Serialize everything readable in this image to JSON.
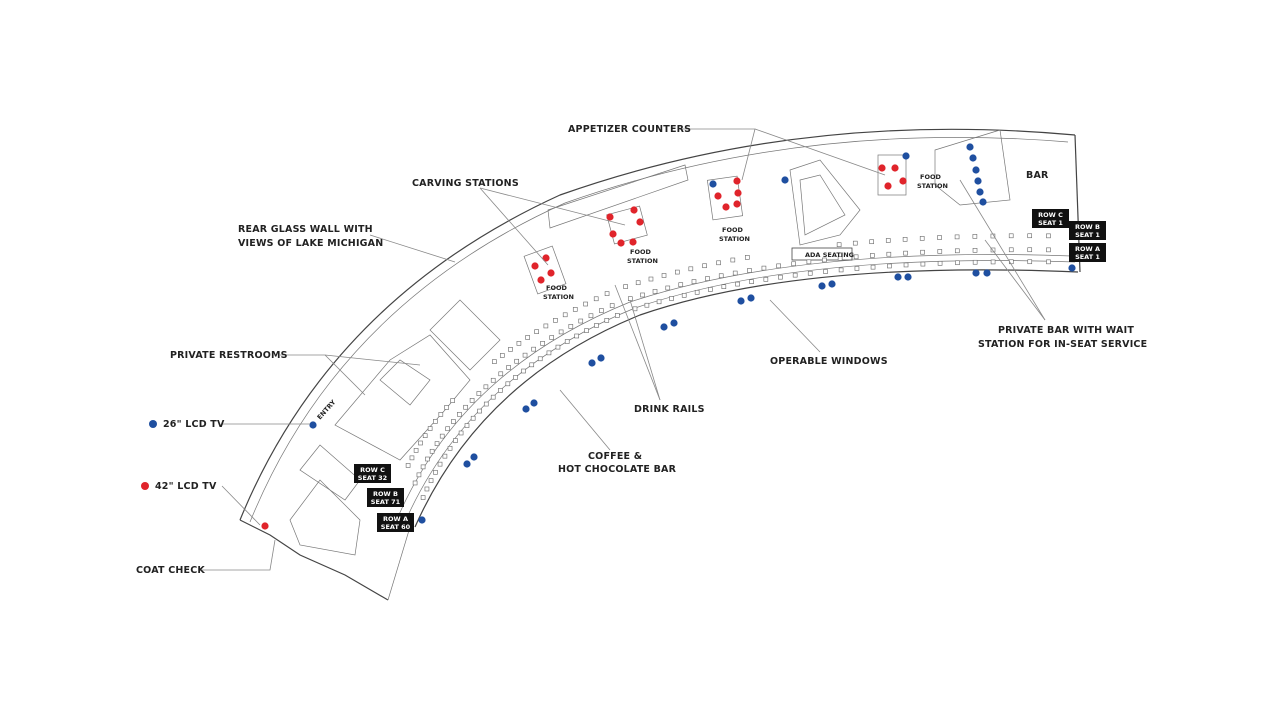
{
  "labels": {
    "appetizer_counters": "APPETIZER COUNTERS",
    "carving_stations": "CARVING STATIONS",
    "rear_glass_wall_1": "REAR GLASS WALL WITH",
    "rear_glass_wall_2": "VIEWS OF LAKE MICHIGAN",
    "private_restrooms": "PRIVATE RESTROOMS",
    "coat_check": "COAT CHECK",
    "drink_rails": "DRINK RAILS",
    "coffee_1": "COFFEE &",
    "coffee_2": "HOT CHOCOLATE BAR",
    "operable_windows": "OPERABLE WINDOWS",
    "private_bar_1": "PRIVATE BAR WITH WAIT",
    "private_bar_2": "STATION FOR IN-SEAT SERVICE",
    "bar": "BAR",
    "entry": "ENTRY",
    "ada_seating": "ADA SEATING",
    "food": "FOOD",
    "station": "STATION"
  },
  "legend": {
    "tv26": {
      "label": "26\" LCD TV",
      "color": "#1f4fa0"
    },
    "tv42": {
      "label": "42\" LCD TV",
      "color": "#e0242b"
    }
  },
  "seat_tags": {
    "left_row_c": [
      "ROW C",
      "SEAT 32"
    ],
    "left_row_b": [
      "ROW B",
      "SEAT 71"
    ],
    "left_row_a": [
      "ROW A",
      "SEAT 60"
    ],
    "right_row_c": [
      "ROW C",
      "SEAT 1"
    ],
    "right_row_b": [
      "ROW B",
      "SEAT 1"
    ],
    "right_row_a": [
      "ROW A",
      "SEAT 1"
    ]
  }
}
